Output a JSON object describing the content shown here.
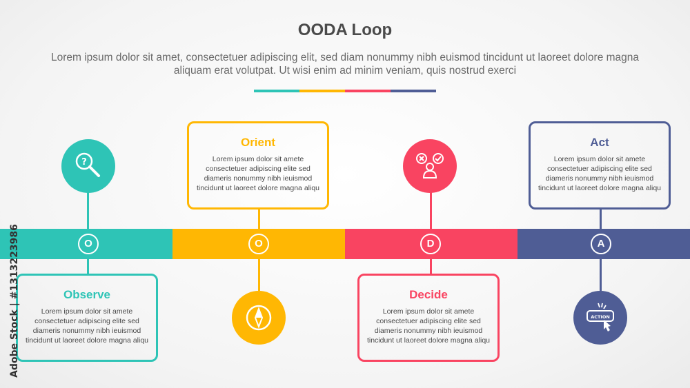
{
  "header": {
    "title": "OODA Loop",
    "subtitle": "Lorem ipsum dolor sit amet, consectetuer adipiscing elit, sed diam nonummy nibh euismod tincidunt ut laoreet dolore magna aliquam erat volutpat. Ut wisi enim ad minim veniam, quis nostrud exerci"
  },
  "colors": {
    "teal": "#2ec4b6",
    "yellow": "#ffb703",
    "red": "#f94461",
    "navy": "#4f5d95"
  },
  "stages": [
    {
      "letter": "O",
      "title": "Observe",
      "text": "Lorem ipsum dolor sit amete consectetuer adipiscing elite sed diameris nonummy nibh ieuismod tincidunt ut laoreet dolore magna aliqu",
      "icon": "magnifier-question-icon",
      "color": "#2ec4b6"
    },
    {
      "letter": "O",
      "title": "Orient",
      "text": "Lorem ipsum dolor sit amete consectetuer adipiscing elite sed diameris nonummy nibh ieuismod tincidunt ut laoreet dolore magna aliqu",
      "icon": "compass-icon",
      "color": "#ffb703"
    },
    {
      "letter": "D",
      "title": "Decide",
      "text": "Lorem ipsum dolor sit amete consectetuer adipiscing elite sed diameris nonummy nibh ieuismod tincidunt ut laoreet dolore magna aliqu",
      "icon": "decision-icon",
      "color": "#f94461"
    },
    {
      "letter": "A",
      "title": "Act",
      "text": "Lorem ipsum dolor sit amete consectetuer adipiscing elite sed diameris nonummy nibh ieuismod tincidunt ut laoreet dolore magna aliqu",
      "icon": "action-click-icon",
      "color": "#4f5d95"
    }
  ],
  "icon_labels": {
    "action": "ACTION"
  },
  "watermark": {
    "side_text": "Adobe Stock | #1313223986"
  }
}
